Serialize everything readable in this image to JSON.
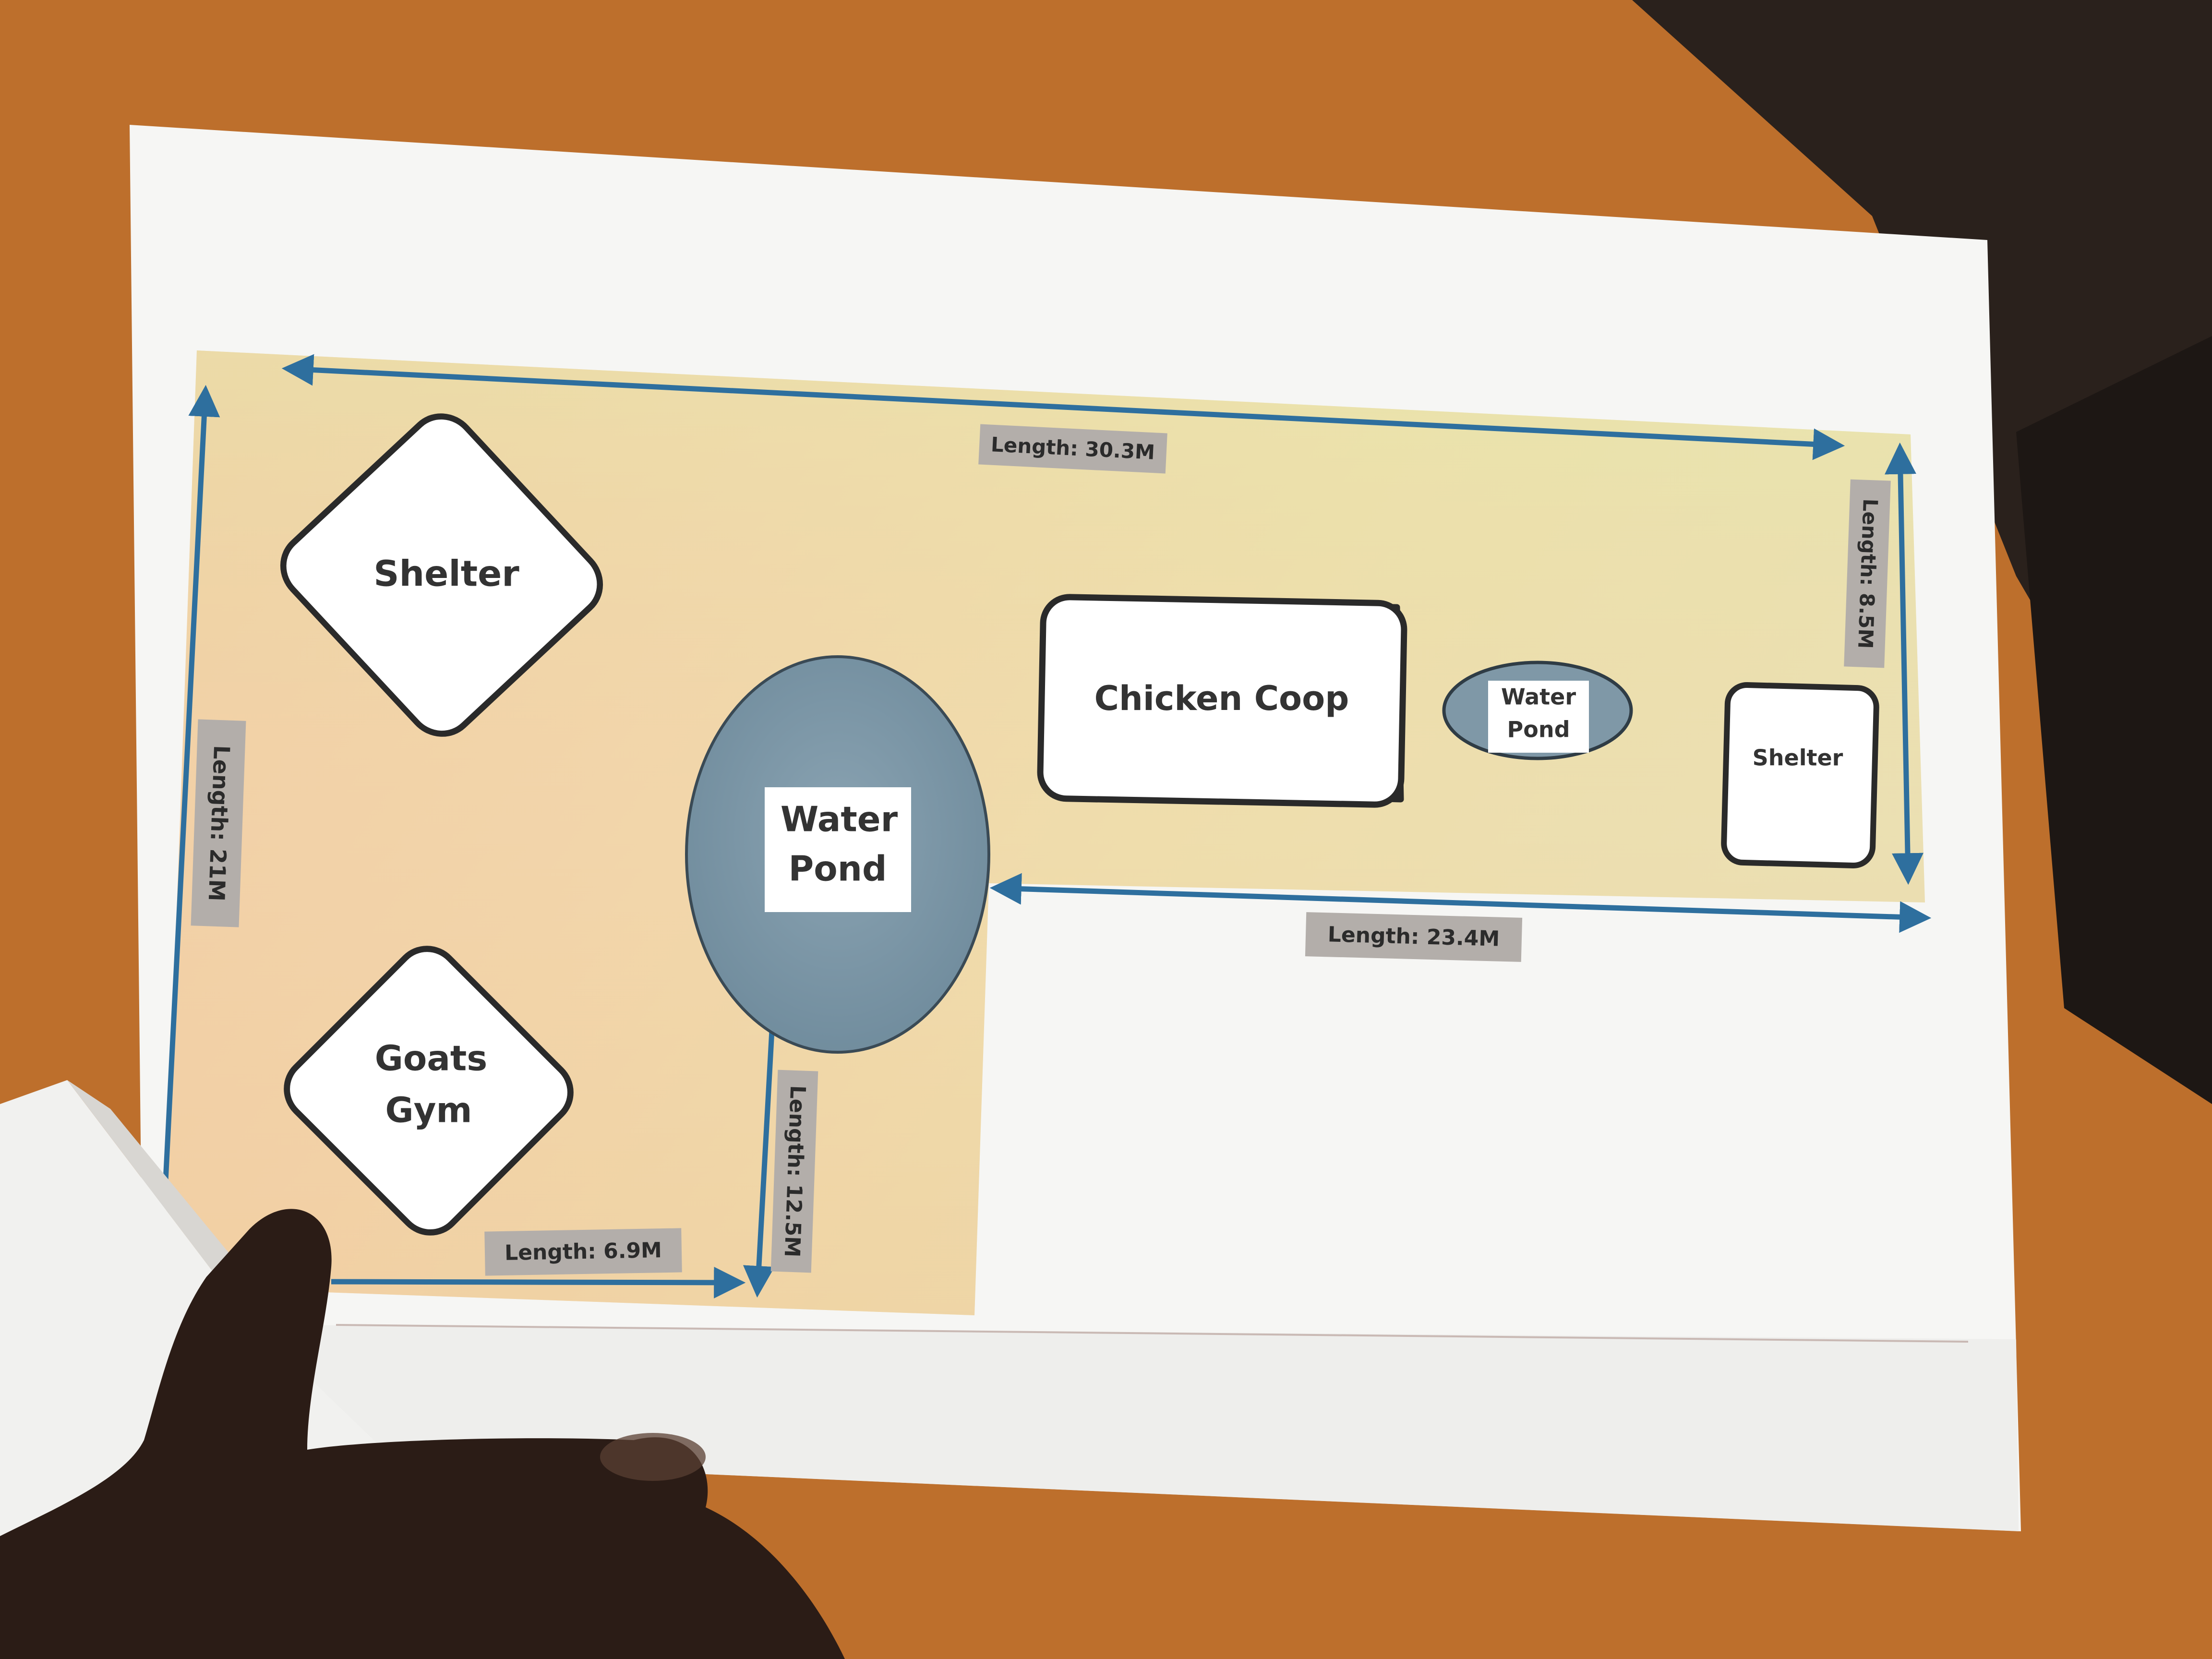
{
  "diagram": {
    "colors": {
      "table": "#b96a2a",
      "paper": "#f6f6f4",
      "arrow": "#2e6f9e",
      "shape_fill": "#ffffff",
      "shape_stroke": "#2a2a2a",
      "pond_fill": "#7d97a6",
      "label_bg": "#b3aeaa"
    },
    "areas": [
      {
        "id": "shelter-large",
        "label": "Shelter"
      },
      {
        "id": "goats-gym",
        "label_line1": "Goats",
        "label_line2": "Gym"
      },
      {
        "id": "water-pond-large",
        "label_line1": "Water",
        "label_line2": "Pond"
      },
      {
        "id": "chicken-coop",
        "label": "Chicken Coop"
      },
      {
        "id": "water-pond-small",
        "label_line1": "Water",
        "label_line2": "Pond"
      },
      {
        "id": "shelter-small",
        "label": "Shelter"
      }
    ],
    "dimensions": {
      "top": "Length: 30.3M",
      "right": "Length: 8.5M",
      "bottom_right": "Length: 23.4M",
      "left": "Length: 21M",
      "pond_vertical": "Length: 12.5M",
      "bottom_left": "Length: 6.9M"
    }
  }
}
